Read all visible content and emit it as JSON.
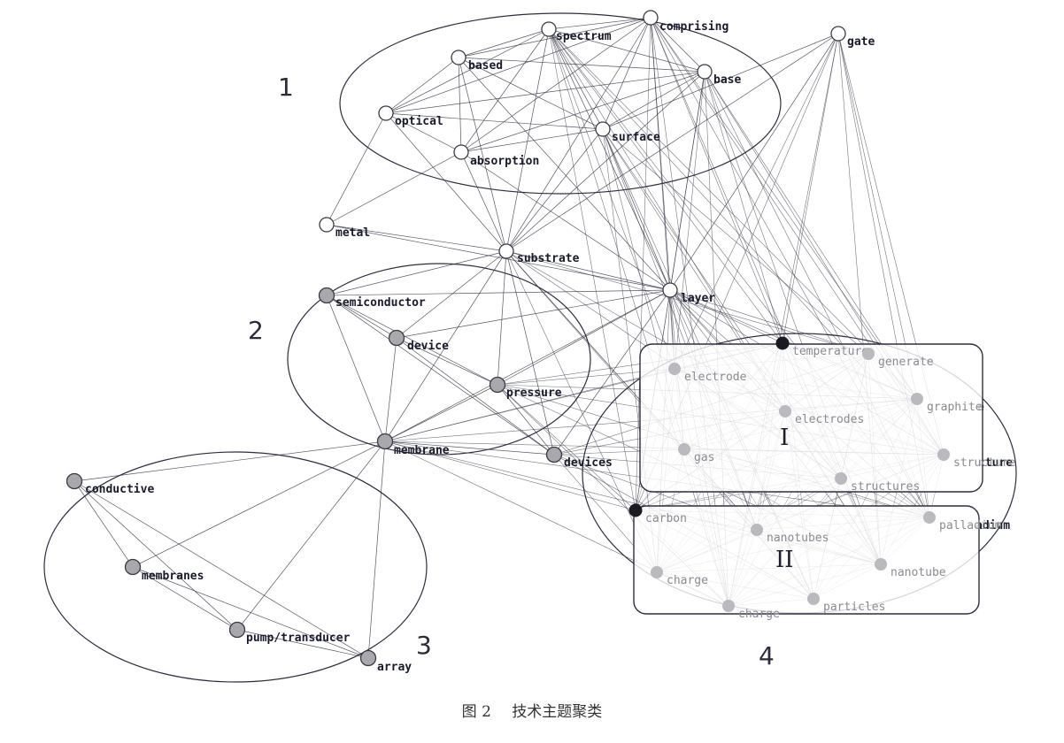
{
  "caption": {
    "figure_number": "图 2",
    "title": "技术主题聚类"
  },
  "cluster_labels": {
    "c1": "1",
    "c2": "2",
    "c3": "3",
    "c4": "4"
  },
  "subgroup_labels": {
    "s1": "I",
    "s2": "II"
  },
  "colors": {
    "edge": "#3a3a4a",
    "node_white": "#ffffff",
    "node_gray": "#a9a9ad",
    "node_dark": "#1a1a22",
    "faint_fill": "#b9b9be"
  },
  "nodes": {
    "spectrum": "spectrum",
    "comprising": "comprising",
    "gate": "gate",
    "based": "based",
    "base": "base",
    "optical": "optical",
    "surface": "surface",
    "absorption": "absorption",
    "metal": "metal",
    "substrate": "substrate",
    "layer": "layer",
    "semiconductor": "semiconductor",
    "device": "device",
    "pressure": "pressure",
    "membrane": "membrane",
    "devices": "devices",
    "conductive": "conductive",
    "membranes": "membranes",
    "pump": "pump/transducer",
    "array": "array",
    "temperature": "temperature",
    "generate": "generate",
    "electrode": "electrode",
    "electrodes": "electrodes",
    "graphite": "graphite",
    "gas": "gas",
    "structure": "structure",
    "structures": "structures",
    "carbon": "carbon",
    "nanotubes": "nanotubes",
    "palladium": "palladium",
    "charge": "charge",
    "nanotube": "nanotube",
    "particles": "particles",
    "graphite_tail": "e",
    "structure_tail": "cture",
    "palladium_tail": "adium"
  }
}
